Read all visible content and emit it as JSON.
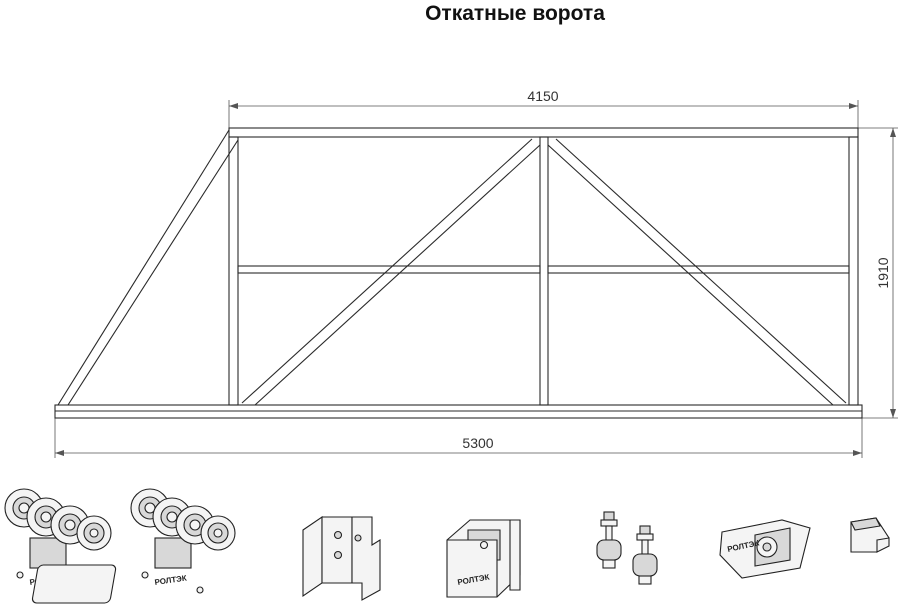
{
  "title": "Откатные ворота",
  "dimensions": {
    "top_width": "4150",
    "total_width": "5300",
    "height": "1910"
  },
  "brand_label": "РОЛТЭК"
}
